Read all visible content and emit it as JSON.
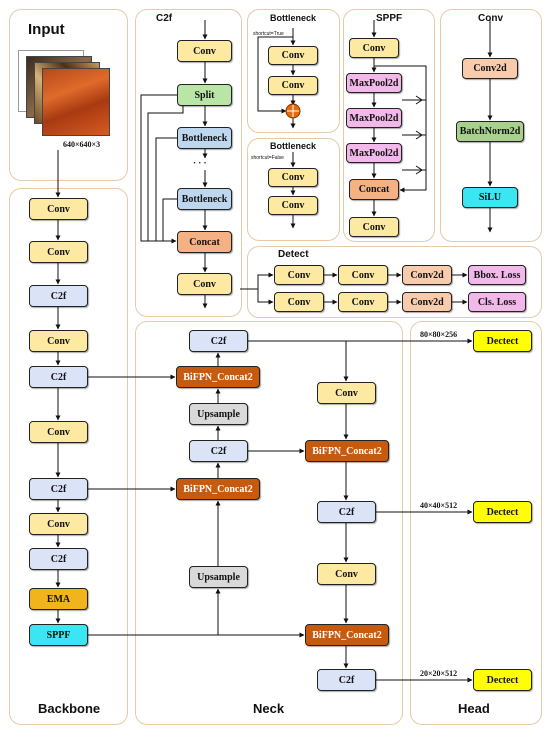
{
  "titles": {
    "input": "Input",
    "c2f": "C2f",
    "bottleneck_true": "Bottleneck",
    "sppf": "SPPF",
    "conv": "Conv",
    "bottleneck_false": "Bottleneck",
    "detect": "Detect",
    "backbone": "Backbone",
    "neck": "Neck",
    "head": "Head"
  },
  "input": {
    "size": "640×640×3"
  },
  "shortcut": {
    "true_label": "shortcut=True",
    "false_label": "shortcut=False"
  },
  "c2f_block": {
    "conv1": "Conv",
    "split": "Split",
    "bott1": "Bottleneck",
    "dots": "· · ·",
    "bott2": "Bottleneck",
    "concat": "Concat",
    "conv2": "Conv"
  },
  "bt_true": {
    "conv1": "Conv",
    "conv2": "Conv"
  },
  "bt_false": {
    "conv1": "Conv",
    "conv2": "Conv"
  },
  "sppf_block": {
    "conv1": "Conv",
    "mp1": "MaxPool2d",
    "mp2": "MaxPool2d",
    "mp3": "MaxPool2d",
    "concat": "Concat",
    "conv2": "Conv"
  },
  "conv_block": {
    "conv2d": "Conv2d",
    "bn": "BatchNorm2d",
    "silu": "SiLU"
  },
  "detect_block": {
    "r1": [
      "Conv",
      "Conv",
      "Conv2d",
      "Bbox. Loss"
    ],
    "r2": [
      "Conv",
      "Conv",
      "Conv2d",
      "Cls. Loss"
    ]
  },
  "backbone": {
    "b1": "Conv",
    "b2": "Conv",
    "b3": "C2f",
    "b4": "Conv",
    "b5": "C2f",
    "b6": "Conv",
    "b7": "C2f",
    "b8": "Conv",
    "b9": "C2f",
    "b10": "EMA",
    "b11": "SPPF"
  },
  "neck": {
    "n_c2f_top": "C2f",
    "n_bifpn1": "BiFPN_Concat2",
    "n_ups1": "Upsample",
    "n_c2f_mid": "C2f",
    "n_bifpn2": "BiFPN_Concat2",
    "n_ups2": "Upsample",
    "n_conv1": "Conv",
    "n_bifpn3": "BiFPN_Concat2",
    "n_c2f_r1": "C2f",
    "n_conv2": "Conv",
    "n_bifpn4": "BiFPN_Concat2",
    "n_c2f_r2": "C2f"
  },
  "head": {
    "d1": "Dectect",
    "d2": "Dectect",
    "d3": "Dectect",
    "s1": "80×80×256",
    "s2": "40×40×512",
    "s3": "20×20×512"
  },
  "colors": {
    "conv": "#fde9a2",
    "c2f": "#dbe4f7",
    "split": "#b9e6a6",
    "bottleneck": "#bdd7ee",
    "concat": "#f4b183",
    "maxpool": "#f2b8ea",
    "conv2d": "#f8cbad",
    "batchnorm": "#a9d18e",
    "silu": "#39e6f2",
    "ema": "#f2b41d",
    "sppf": "#39e6f2",
    "bifpn": "#c55a11",
    "upsample": "#d9d9d9",
    "detect": "#ffff00",
    "panel_border": "#e8c9a8",
    "residual_add": "#e36c09"
  }
}
